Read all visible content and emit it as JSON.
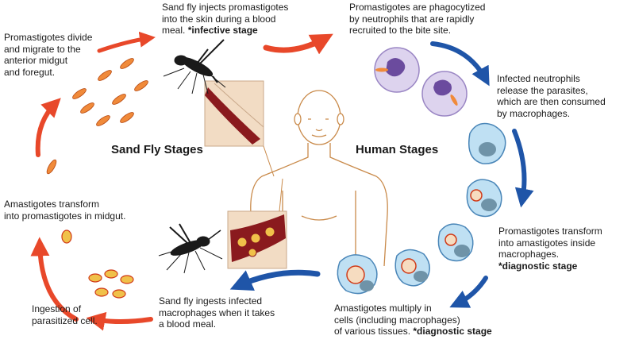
{
  "headings": {
    "sand_fly": "Sand Fly Stages",
    "human": "Human Stages"
  },
  "steps": {
    "injects": {
      "text": "Sand fly injects promastigotes\ninto the skin during a blood\nmeal. ",
      "emphasis": "*infective stage"
    },
    "phagocytized": {
      "text": "Promastigotes are phagocytized\nby neutrophils that are rapidly\nrecruited to the bite site."
    },
    "neutrophils_release": {
      "text": "Infected neutrophils\nrelease the parasites,\nwhich are then consumed\nby macrophages."
    },
    "transform_macrophages": {
      "text": "Promastigotes transform\ninto amastigotes inside\nmacrophages.\n",
      "emphasis": "*diagnostic stage"
    },
    "multiply": {
      "text": "Amastigotes multiply in\ncells (including macrophages)\nof various tissues. ",
      "emphasis": "*diagnostic stage"
    },
    "ingests": {
      "text": "Sand fly ingests infected\nmacrophages when it takes\na blood meal."
    },
    "ingestion": {
      "text": "Ingestion of\nparasitized cell."
    },
    "transform_midgut": {
      "text": "Amastigotes transform\ninto promastigotes in midgut."
    },
    "divide": {
      "text": "Promastigotes divide\nand migrate to the\nanterior midgut\nand foregut."
    }
  },
  "colors": {
    "sand_fly_arrows": "#e8482a",
    "human_arrows": "#1f55a8",
    "neutrophil": "#b9a6d6",
    "macrophage": "#9fcde9",
    "parasite": "#f08a3a",
    "blood": "#8a1a1e",
    "skin_inset": "#f2dcc4"
  },
  "icons": [
    "sand-fly-icon",
    "human-figure-icon",
    "neutrophil-cell-icon",
    "macrophage-cell-icon",
    "promastigote-icon",
    "amastigote-icon"
  ]
}
